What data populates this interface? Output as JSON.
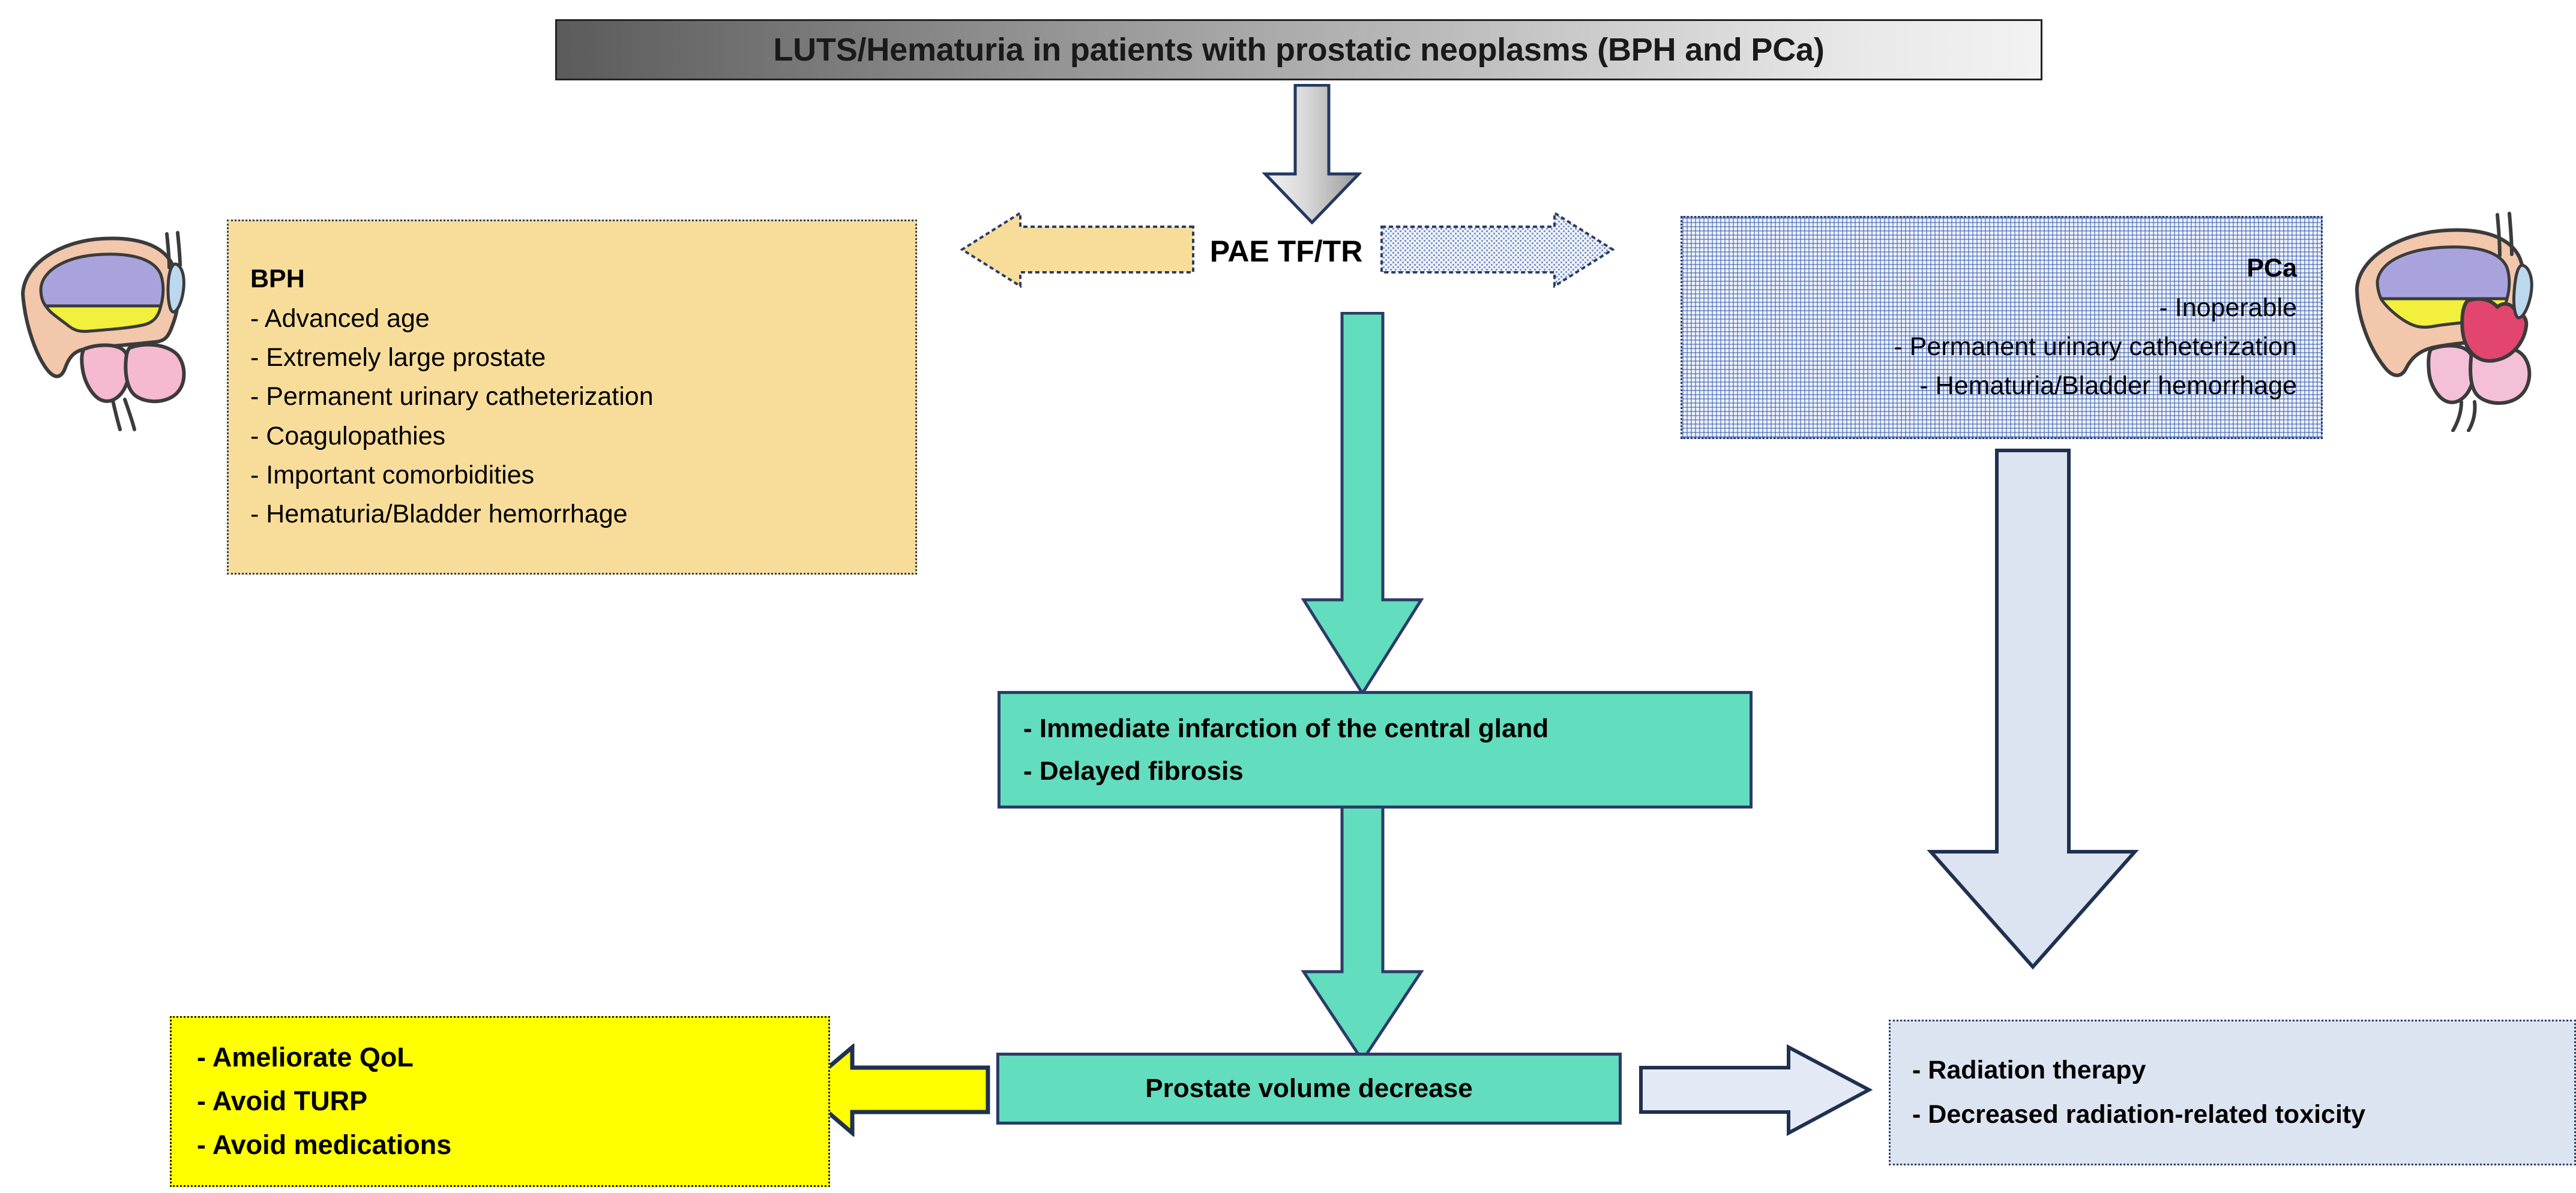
{
  "title": {
    "text": "LUTS/Hematuria in patients with prostatic neoplasms (BPH and PCa)"
  },
  "center": {
    "procedure_label": "PAE TF/TR"
  },
  "bph": {
    "heading": "BPH",
    "items": [
      "- Advanced age",
      "- Extremely large prostate",
      "- Permanent urinary catheterization",
      "- Coagulopathies",
      "- Important comorbidities",
      "- Hematuria/Bladder hemorrhage"
    ]
  },
  "pca": {
    "heading": "PCa",
    "items": [
      "- Inoperable",
      "- Permanent urinary catheterization",
      "- Hematuria/Bladder hemorrhage"
    ]
  },
  "mechanism": {
    "items": [
      "- Immediate infarction of the central gland",
      "- Delayed fibrosis"
    ]
  },
  "outcome_center": {
    "text": "Prostate volume decrease"
  },
  "outcome_bph": {
    "items": [
      "- Ameliorate QoL",
      "- Avoid TURP",
      "- Avoid medications"
    ]
  },
  "outcome_pca": {
    "items": [
      "- Radiation therapy",
      "- Decreased radiation-related toxicity"
    ]
  },
  "illustrations": {
    "left_caption": "prostate-bph-anatomy-illustration",
    "right_caption": "prostate-cancer-anatomy-illustration"
  },
  "colors": {
    "bph_fill": "#F7DD99",
    "pca_fill": "#EEF2FB",
    "teal_fill": "#62DDBE",
    "yellow_fill": "#FFFF00",
    "blue_fill": "#DDE4F1",
    "navy_outline": "#2B3C66",
    "title_gradient_start": "#5B5B5B",
    "title_gradient_end": "#F2F2F2"
  }
}
